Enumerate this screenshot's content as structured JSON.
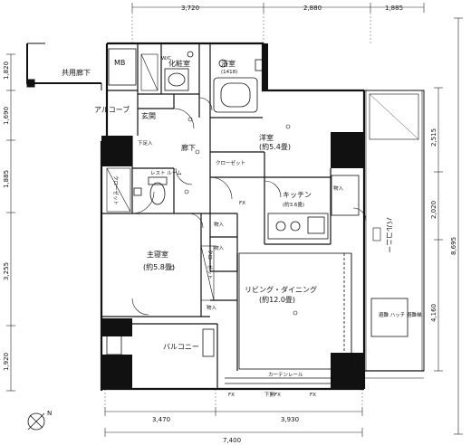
{
  "dimensions": {
    "top": [
      "3,720",
      "2,880",
      "1,885"
    ],
    "bottom_upper": [
      "3,470",
      "3,930"
    ],
    "bottom_total": "7,400",
    "left": [
      "1,820",
      "1,690",
      "1,885",
      "3,255",
      "1,920"
    ],
    "right": [
      "2,515",
      "2,020",
      "4,160",
      "8,695"
    ]
  },
  "rooms": {
    "corridor_common": "共用廊下",
    "mb": "MB",
    "alcove": "アルコーブ",
    "entrance": "玄関",
    "wic": "W/C",
    "washroom": "化粧室",
    "bath_name": "浴室",
    "bath_size": "(1418)",
    "hallway": "廊下",
    "western_room": "洋室",
    "western_size": "(約5.4畳)",
    "closet": "クローゼット",
    "restroom": "レスト\nルーム",
    "kitchen": "キッチン",
    "kitchen_size": "(約3.6畳)",
    "master_bedroom": "主寝室",
    "master_size": "(約5.8畳)",
    "living_dining": "リビング・ダイニング",
    "living_size": "(約12.0畳)",
    "balcony_south": "バルコニー",
    "balcony_east": "バルコニー",
    "storage1": "物入",
    "storage2": "物入",
    "storage3": "物入",
    "storage4": "物入",
    "closet_v": "クローゼット",
    "closet_v2": "クローゼット",
    "fx1": "FX",
    "fx2": "FX",
    "fx3": "FX",
    "fx_door": "下開FX",
    "hatch_note": "避難\nハッチ\n避難梯",
    "curtain_rail": "カーテンレール",
    "shoebox": "下足入"
  },
  "compass": {
    "label": "N"
  }
}
